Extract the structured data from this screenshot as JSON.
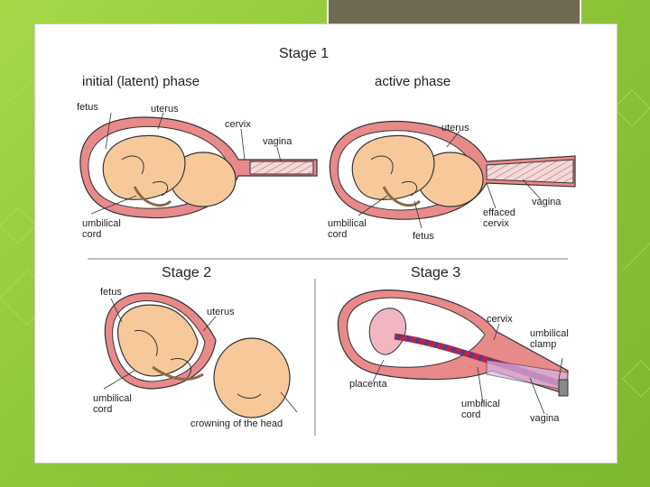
{
  "stage1": {
    "title": "Stage 1",
    "latent": {
      "title": "initial (latent) phase",
      "labels": {
        "fetus": "fetus",
        "uterus": "uterus",
        "cervix": "cervix",
        "vagina": "vagina",
        "cord_line1": "umbilical",
        "cord_line2": "cord"
      }
    },
    "active": {
      "title": "active phase",
      "labels": {
        "uterus": "uterus",
        "vagina": "vagina",
        "effaced_line1": "effaced",
        "effaced_line2": "cervix",
        "cord_line1": "umbilical",
        "cord_line2": "cord",
        "fetus": "fetus"
      }
    }
  },
  "stage2": {
    "title": "Stage 2",
    "labels": {
      "fetus": "fetus",
      "uterus": "uterus",
      "cord_line1": "umbilical",
      "cord_line2": "cord",
      "crowning": "crowning of the head"
    }
  },
  "stage3": {
    "title": "Stage 3",
    "labels": {
      "cervix": "cervix",
      "clamp_line1": "umbilical",
      "clamp_line2": "clamp",
      "placenta": "placenta",
      "cord_line1": "umbilical",
      "cord_line2": "cord",
      "vagina": "vagina"
    }
  },
  "colors": {
    "skin": "#f7c99a",
    "uterus_wall": "#e88a8a",
    "cord_red": "#c0243a",
    "cord_blue": "#4a3f9a",
    "background": "#8fc63a",
    "tab": "#6f6a52"
  }
}
